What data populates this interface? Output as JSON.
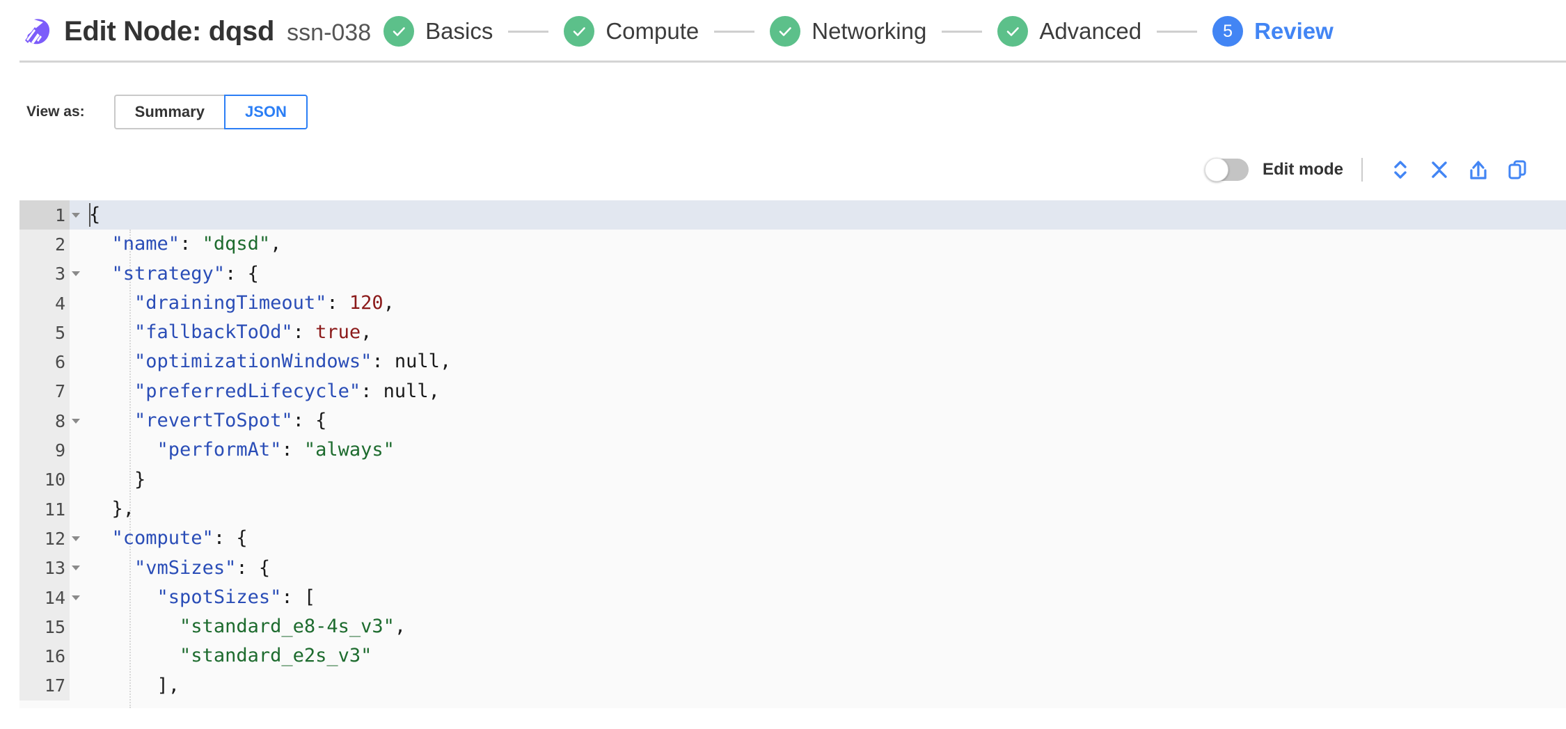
{
  "header": {
    "logo_icon": "spot-logo-icon",
    "title": "Edit Node: dqsd",
    "subtitle": "ssn-038",
    "steps": [
      {
        "label": "Basics",
        "state": "done",
        "marker": "check"
      },
      {
        "label": "Compute",
        "state": "done",
        "marker": "check"
      },
      {
        "label": "Networking",
        "state": "done",
        "marker": "check"
      },
      {
        "label": "Advanced",
        "state": "done",
        "marker": "check"
      },
      {
        "label": "Review",
        "state": "current",
        "marker": "5"
      }
    ]
  },
  "view_as": {
    "label": "View as:",
    "options": [
      {
        "label": "Summary",
        "active": false
      },
      {
        "label": "JSON",
        "active": true
      }
    ]
  },
  "editor_toolbar": {
    "toggle_label": "Edit mode",
    "toggle_on": false,
    "actions": [
      {
        "name": "expand-all-icon",
        "title": "Expand all"
      },
      {
        "name": "collapse-all-icon",
        "title": "Collapse all"
      },
      {
        "name": "export-icon",
        "title": "Export"
      },
      {
        "name": "copy-icon",
        "title": "Copy"
      }
    ]
  },
  "json_editor": {
    "active_line": 1,
    "lines": [
      {
        "num": "1",
        "fold": true,
        "indent": 0,
        "text": "{"
      },
      {
        "num": "2",
        "fold": false,
        "indent": 1,
        "text": "  \"name\": \"dqsd\","
      },
      {
        "num": "3",
        "fold": true,
        "indent": 1,
        "text": "  \"strategy\": {"
      },
      {
        "num": "4",
        "fold": false,
        "indent": 2,
        "text": "    \"drainingTimeout\": 120,"
      },
      {
        "num": "5",
        "fold": false,
        "indent": 2,
        "text": "    \"fallbackToOd\": true,"
      },
      {
        "num": "6",
        "fold": false,
        "indent": 2,
        "text": "    \"optimizationWindows\": null,"
      },
      {
        "num": "7",
        "fold": false,
        "indent": 2,
        "text": "    \"preferredLifecycle\": null,"
      },
      {
        "num": "8",
        "fold": true,
        "indent": 2,
        "text": "    \"revertToSpot\": {"
      },
      {
        "num": "9",
        "fold": false,
        "indent": 3,
        "text": "      \"performAt\": \"always\""
      },
      {
        "num": "10",
        "fold": false,
        "indent": 2,
        "text": "    }"
      },
      {
        "num": "11",
        "fold": false,
        "indent": 1,
        "text": "  },"
      },
      {
        "num": "12",
        "fold": true,
        "indent": 1,
        "text": "  \"compute\": {"
      },
      {
        "num": "13",
        "fold": true,
        "indent": 2,
        "text": "    \"vmSizes\": {"
      },
      {
        "num": "14",
        "fold": true,
        "indent": 3,
        "text": "      \"spotSizes\": ["
      },
      {
        "num": "15",
        "fold": false,
        "indent": 4,
        "text": "        \"standard_e8-4s_v3\","
      },
      {
        "num": "16",
        "fold": false,
        "indent": 4,
        "text": "        \"standard_e2s_v3\""
      },
      {
        "num": "17",
        "fold": false,
        "indent": 3,
        "text": "      ],"
      }
    ],
    "json_value": {
      "name": "dqsd",
      "strategy": {
        "drainingTimeout": 120,
        "fallbackToOd": true,
        "optimizationWindows": null,
        "preferredLifecycle": null,
        "revertToSpot": {
          "performAt": "always"
        }
      },
      "compute": {
        "vmSizes": {
          "spotSizes": [
            "standard_e8-4s_v3",
            "standard_e2s_v3"
          ]
        }
      }
    }
  },
  "colors": {
    "brand_purple": "#7C5CFA",
    "step_done_green": "#5CC08A",
    "step_current_blue": "#4285F4",
    "accent_blue": "#2B7EF5",
    "json_key": "#2A4DB7",
    "json_string": "#1D6B2E",
    "json_number": "#8B1A1A"
  }
}
